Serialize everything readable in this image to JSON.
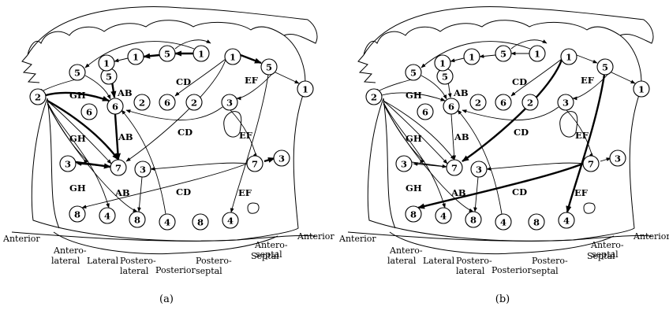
{
  "panels": [
    {
      "caption": "(a)",
      "region_labels": [
        "AB",
        "CD",
        "EF",
        "GH",
        "GH",
        "AB",
        "CD",
        "EF",
        "GH",
        "AB",
        "CD",
        "EF"
      ],
      "node_labels": [
        "1",
        "5",
        "1",
        "5",
        "5",
        "1",
        "1",
        "5",
        "1",
        "2",
        "6",
        "6",
        "2",
        "6",
        "2",
        "3",
        "3",
        "7",
        "3",
        "7",
        "3",
        "8",
        "4",
        "8",
        "4",
        "8",
        "4"
      ],
      "side_labels": [
        "Anterior",
        "Antero-",
        "lateral",
        "Lateral",
        "Postero-",
        "lateral",
        "Posterior",
        "Postero-",
        "septal",
        "Septal",
        "Antero-",
        "septal",
        "Anterior"
      ]
    },
    {
      "caption": "(b)",
      "region_labels": [
        "AB",
        "CD",
        "EF",
        "GH",
        "GH",
        "AB",
        "CD",
        "EF",
        "GH",
        "AB",
        "CD",
        "EF"
      ],
      "node_labels": [
        "1",
        "5",
        "1",
        "5",
        "5",
        "1",
        "1",
        "5",
        "1",
        "2",
        "6",
        "6",
        "2",
        "6",
        "2",
        "3",
        "3",
        "7",
        "3",
        "7",
        "3",
        "8",
        "4",
        "8",
        "4",
        "8",
        "4"
      ],
      "side_labels": [
        "Anterior",
        "Antero-",
        "lateral",
        "Lateral",
        "Postero-",
        "lateral",
        "Posterior",
        "Postero-",
        "septal",
        "Septal",
        "Antero-",
        "septal",
        "Anterior"
      ]
    }
  ]
}
